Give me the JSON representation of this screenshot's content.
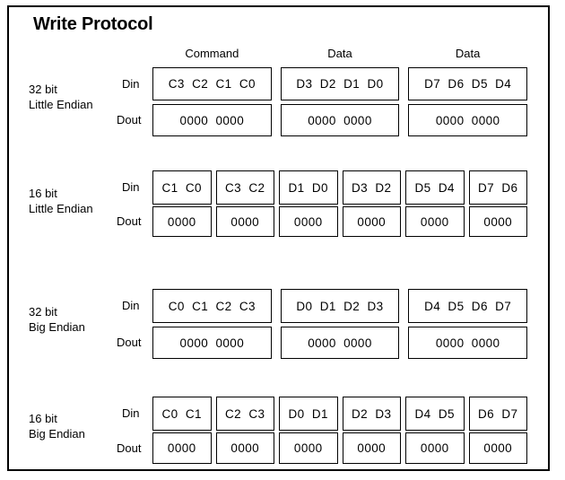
{
  "title": "Write Protocol",
  "column_headers": [
    {
      "label": "Command"
    },
    {
      "label": "Data"
    },
    {
      "label": "Data"
    }
  ],
  "row_labels": {
    "din": "Din",
    "dout": "Dout"
  },
  "sections": [
    {
      "id": "32bit-little-endian",
      "label_line1": "32 bit",
      "label_line2": "Little Endian",
      "width_mode": "32",
      "din": [
        "C3  C2  C1  C0",
        "D3  D2  D1  D0",
        "D7  D6  D5  D4"
      ],
      "dout": [
        "0000  0000",
        "0000  0000",
        "0000  0000"
      ]
    },
    {
      "id": "16bit-little-endian",
      "label_line1": "16 bit",
      "label_line2": "Little Endian",
      "width_mode": "16",
      "din": [
        "C1  C0",
        "C3  C2",
        "D1  D0",
        "D3  D2",
        "D5  D4",
        "D7  D6"
      ],
      "dout": [
        "0000",
        "0000",
        "0000",
        "0000",
        "0000",
        "0000"
      ]
    },
    {
      "id": "32bit-big-endian",
      "label_line1": "32 bit",
      "label_line2": "Big Endian",
      "width_mode": "32",
      "din": [
        "C0  C1  C2  C3",
        "D0  D1  D2  D3",
        "D4  D5  D6  D7"
      ],
      "dout": [
        "0000  0000",
        "0000  0000",
        "0000  0000"
      ]
    },
    {
      "id": "16bit-big-endian",
      "label_line1": "16 bit",
      "label_line2": "Big Endian",
      "width_mode": "16",
      "din": [
        "C0  C1",
        "C2  C3",
        "D0  D1",
        "D2  D3",
        "D4  D5",
        "D6  D7"
      ],
      "dout": [
        "0000",
        "0000",
        "0000",
        "0000",
        "0000",
        "0000"
      ]
    }
  ],
  "colors": {
    "border": "#000000",
    "background": "#ffffff",
    "text": "#000000"
  }
}
